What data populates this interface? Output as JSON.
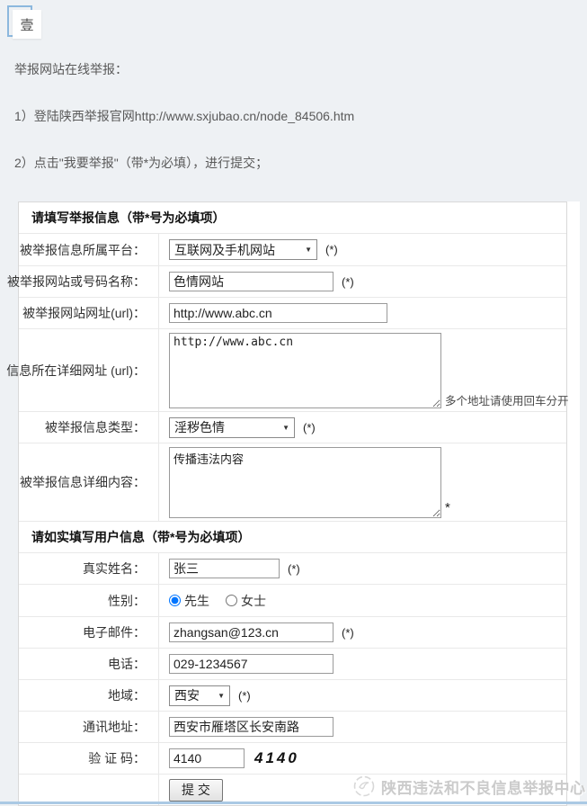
{
  "page": {
    "badge": "壹",
    "intro": "举报网站在线举报：",
    "step1": "1）登陆陕西举报官网http://www.sxjubao.cn/node_84506.htm",
    "step2": "2）点击\"我要举报\"（带*为必填），进行提交；"
  },
  "icons": {
    "dropdown_arrow": "▼"
  },
  "form": {
    "section1_title": "请填写举报信息（带*号为必填项）",
    "section2_title": "请如实填写用户信息（带*号为必填项）",
    "fields": {
      "platform": {
        "label": "被举报信息所属平台：",
        "value": "互联网及手机网站",
        "required": "(*)"
      },
      "site_name": {
        "label": "被举报网站或号码名称：",
        "value": "色情网站",
        "required": "(*)"
      },
      "site_url": {
        "label": "被举报网站网址(url)：",
        "value": "http://www.abc.cn"
      },
      "detail_urls": {
        "label": "信息所在详细网址 (url)：",
        "value": "http://www.abc.cn",
        "note": "多个地址请使用回车分开"
      },
      "info_type": {
        "label": "被举报信息类型：",
        "value": "淫秽色情",
        "required": "(*)"
      },
      "detail_content": {
        "label": "被举报信息详细内容：",
        "value": "传播违法内容",
        "required": "*"
      },
      "real_name": {
        "label": "真实姓名：",
        "value": "张三",
        "required": "(*)"
      },
      "gender": {
        "label": "性别：",
        "option_male": "先生",
        "option_female": "女士",
        "selected": "先生"
      },
      "email": {
        "label": "电子邮件：",
        "value": "zhangsan@123.cn",
        "required": "(*)"
      },
      "phone": {
        "label": "电话：",
        "value": "029-1234567"
      },
      "region": {
        "label": "地域：",
        "value": "西安",
        "required": "(*)"
      },
      "address": {
        "label": "通讯地址：",
        "value": "西安市雁塔区长安南路"
      },
      "captcha": {
        "label": "验 证 码：",
        "value": "4140",
        "captcha_display": "4140"
      },
      "submit_label": "提 交"
    }
  },
  "watermark": {
    "text": "陕西违法和不良信息举报中心"
  },
  "colors": {
    "page_background": "#eef1f4",
    "badge_border_blue": "#8cb8de",
    "bottom_line_blue": "#aac9e4",
    "watermark_gray": "#cbcbcb"
  }
}
